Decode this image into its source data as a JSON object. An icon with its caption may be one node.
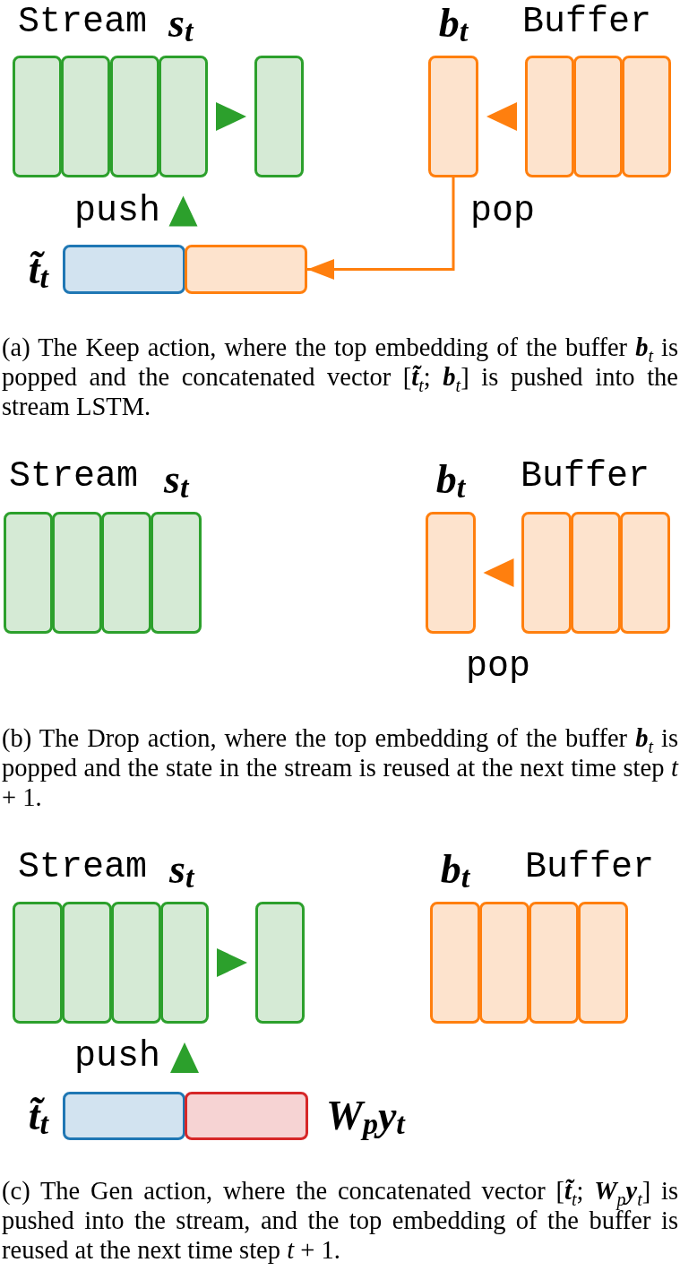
{
  "diagram": {
    "nodes": [
      {
        "text": [],
        "shape": "box"
      },
      {
        "text": [],
        "shape": "box"
      },
      {
        "text": [],
        "shape": "box"
      },
      {
        "text": [],
        "shape": "box"
      },
      {
        "text": [],
        "shape": "box"
      },
      {
        "text": [
          "b$_{t}$"
        ]
      },
      {
        "text": [],
        "shape": "box"
      },
      {
        "text": [],
        "shape": "box"
      },
      {
        "text": [],
        "shape": "box"
      },
      {
        "text": [
          "t̃$_{t}$"
        ]
      },
      {
        "text": [],
        "shape": "box"
      },
      {
        "text": [],
        "shape": "box"
      },
      {
        "text": [],
        "shape": "box"
      },
      {
        "text": [],
        "shape": "box"
      },
      {
        "text": [],
        "shape": "box"
      },
      {
        "text": [
          "b$_{t}$"
        ]
      },
      {
        "text": [],
        "shape": "box"
      },
      {
        "text": [],
        "shape": "box"
      },
      {
        "text": [],
        "shape": "box"
      },
      {
        "text": [],
        "shape": "box"
      },
      {
        "text": [],
        "shape": "box"
      },
      {
        "text": [],
        "shape": "box"
      },
      {
        "text": [],
        "shape": "box"
      },
      {
        "text": [],
        "shape": "box"
      },
      {
        "text": [
          "b$_{t}$"
        ]
      },
      {
        "text": [],
        "shape": "box"
      },
      {
        "text": [],
        "shape": "box"
      },
      {
        "text": [],
        "shape": "box"
      },
      {
        "text": [
          "t̃$_{t}$"
        ]
      },
      {
        "text": [
          "W$_{p}$y$_{t}$"
        ]
      }
    ],
    "edges": [
      {
        "from": 3,
        "to": 4,
        "arrow": "to"
      },
      {
        "from": 6,
        "to": 5,
        "arrow": "to",
        "color": "#ff7f0e"
      },
      {
        "from": 5,
        "to": 10,
        "arrow": "to",
        "color": "#ff7f0e"
      },
      {
        "from": 9,
        "to": 3,
        "arrow": "to"
      },
      {
        "from": 10,
        "to": 3,
        "arrow": "to"
      },
      {
        "from": 16,
        "to": 15,
        "arrow": "to",
        "color": "#ff7f0e"
      },
      {
        "from": 22,
        "to": 23,
        "arrow": "to"
      },
      {
        "from": 28,
        "to": 22,
        "arrow": "to"
      },
      {
        "from": 29,
        "to": 22,
        "arrow": "to"
      }
    ],
    "labels": [
      "Stream",
      "s$_{t}$",
      "Buffer",
      "push",
      "pop",
      "(a) The Keep action, where the top embedding of the buffer **b**$_{t}$ is popped and the concatenated vector [**t̃**$_{t}$; **b**$_{t}$] is pushed into the stream LSTM.",
      "Stream",
      "s$_{t}$",
      "Buffer",
      "pop",
      "(b) The Drop action, where the top embedding of the buffer **b**$_{t}$ is popped and the state in the stream is reused at the next time step *t* + 1.",
      "Stream",
      "s$_{t}$",
      "Buffer",
      "push",
      "(c) The Gen action, where the concatenated vector [**t̃**$_{t}$; **W**$_{p}$**y**$_{t}$] is pushed into the stream, and the top embedding of the buffer is reused at the next time step *t* + 1."
    ]
  }
}
